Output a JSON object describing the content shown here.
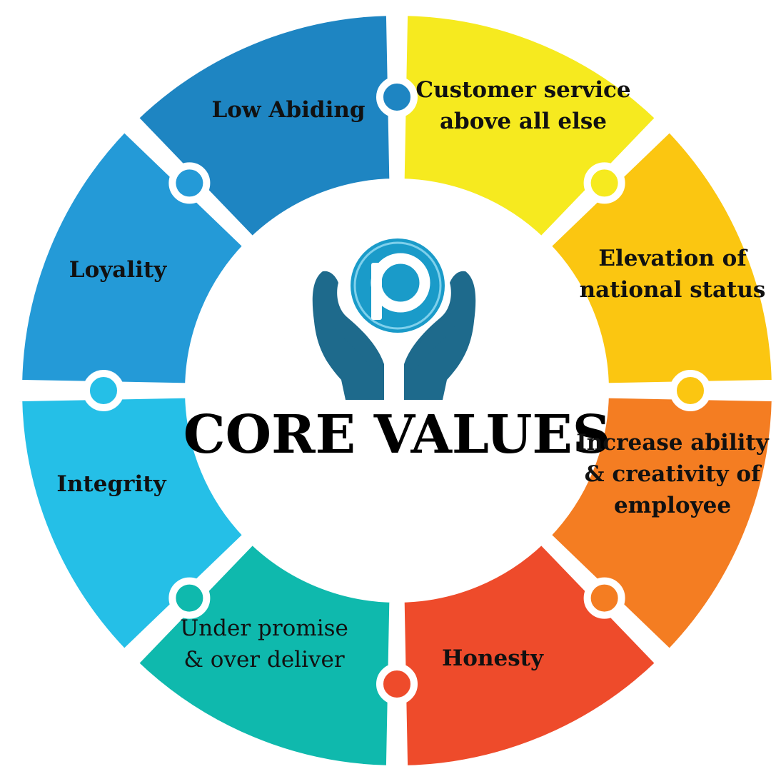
{
  "title": "CORE VALUES",
  "logo": {
    "letter": "p",
    "icon": "hands-holding-logo-icon",
    "color": "#1a9bc9"
  },
  "segments": [
    {
      "id": "law",
      "lines": [
        "Low Abiding"
      ],
      "color": "#1e85c2"
    },
    {
      "id": "customer",
      "lines": [
        "Customer service",
        "above all else"
      ],
      "color": "#f6ea1f"
    },
    {
      "id": "national",
      "lines": [
        "Elevation of",
        "national status"
      ],
      "color": "#fbc611"
    },
    {
      "id": "ability",
      "lines": [
        "Increase ability",
        "& creativity of",
        "employee"
      ],
      "color": "#f47d22"
    },
    {
      "id": "honesty",
      "lines": [
        "Honesty"
      ],
      "color": "#ee4b2b"
    },
    {
      "id": "promise",
      "lines": [
        "Under promise",
        "& over  deliver"
      ],
      "color": "#0fb9ad"
    },
    {
      "id": "integrity",
      "lines": [
        "Integrity"
      ],
      "color": "#25bfe7"
    },
    {
      "id": "loyalty",
      "lines": [
        "Loyality"
      ],
      "color": "#249ad7"
    }
  ]
}
